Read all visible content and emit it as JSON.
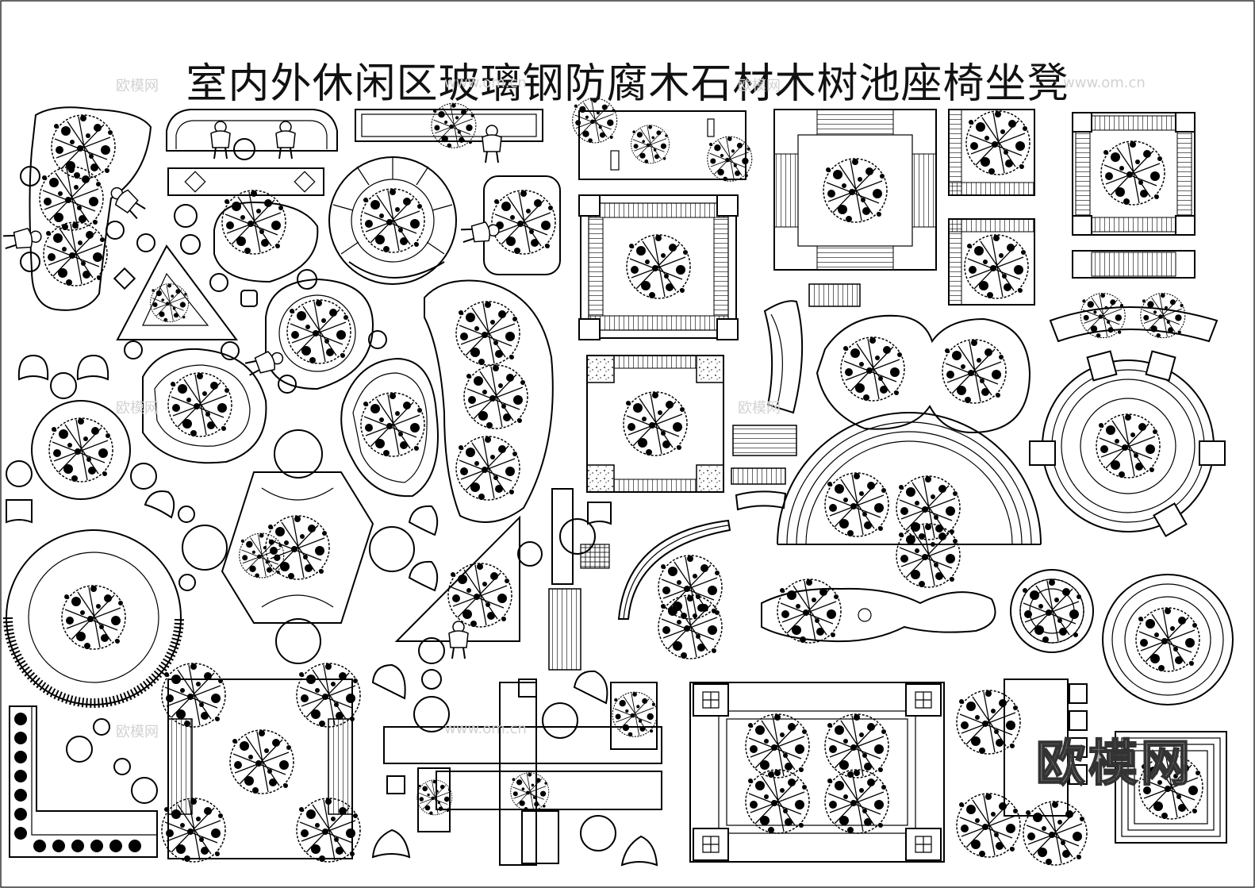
{
  "drawing": {
    "title": "室内外休闲区玻璃钢防腐木石材木树池座椅坐凳",
    "accent_color": "#000000",
    "background_color": "#ffffff"
  },
  "watermarks": {
    "brand": "欧模网",
    "url": "www.om.cn",
    "repeat_text": "欧模网"
  },
  "plan_symbols": [
    {
      "name": "free-form-planter-bench",
      "icon": "tree-canopy-icon"
    },
    {
      "name": "curved-back-sofa",
      "icon": "person-seated-icon"
    },
    {
      "name": "round-tree-pool-with-seat",
      "icon": "tree-canopy-icon"
    },
    {
      "name": "square-wood-planter",
      "icon": "tree-canopy-icon"
    },
    {
      "name": "curved-bench",
      "icon": "slatted-bench-icon"
    },
    {
      "name": "semicircle-planter-bench",
      "icon": "tree-canopy-icon"
    },
    {
      "name": "round-stool",
      "icon": "circle-stool-icon"
    },
    {
      "name": "l-shaped-bench",
      "icon": "slatted-bench-icon"
    },
    {
      "name": "rectangular-planter-with-posts",
      "icon": "tree-canopy-icon"
    }
  ]
}
